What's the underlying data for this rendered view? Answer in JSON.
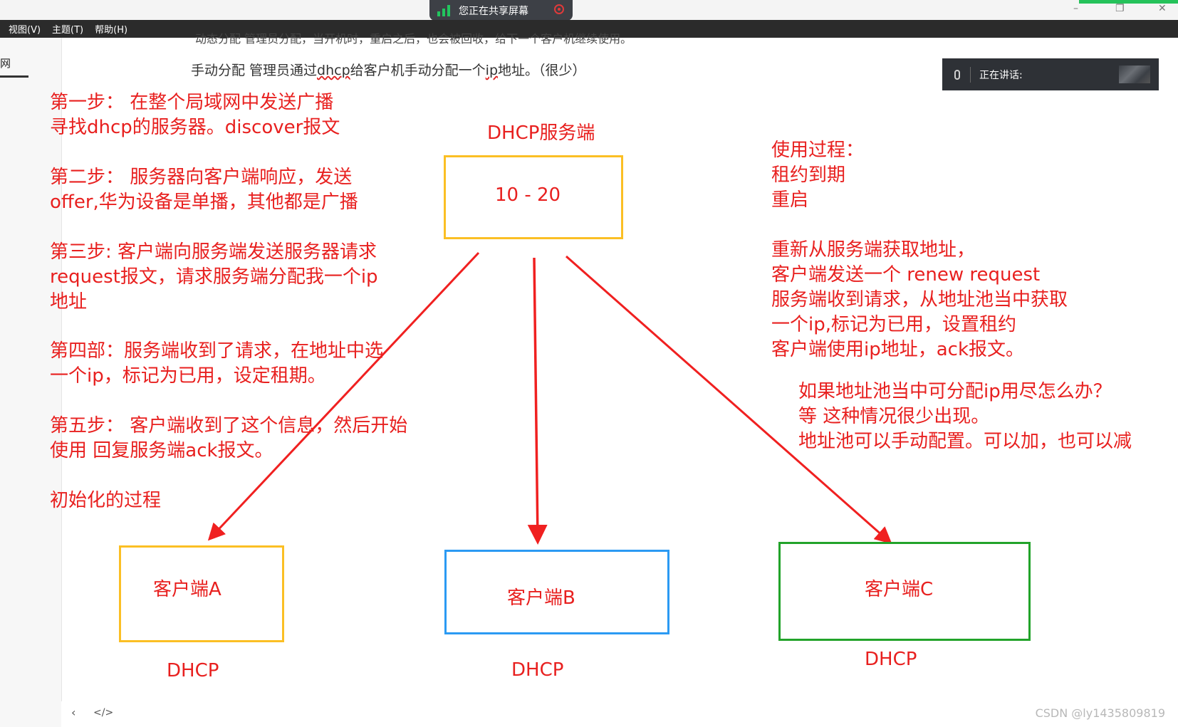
{
  "share_pill": {
    "label": "您正在共享屏幕",
    "accent": "#22c55e",
    "stop_color": "#e03a3a"
  },
  "window_controls": {
    "minimize": "–",
    "restore": "❐",
    "close": "✕"
  },
  "menubar": {
    "items": [
      "视图(V)",
      "主题(T)",
      "帮助(H)"
    ]
  },
  "left_pane": {
    "tab_fragment": "网"
  },
  "doc": {
    "clipped_line": "动态分配  管理员分配，当开机时，重启之后，也会被回收，给下一个客户机继续使用。",
    "line2_a": "手动分配  管理员通过",
    "line2_u": "dhcp",
    "line2_b": "给客户机手动分配一个",
    "line2_u2": "ip",
    "line2_c": "地址。（很少）"
  },
  "speaking": {
    "label": "正在讲话:"
  },
  "steps": [
    [
      "第一步：  在整个局域网中发送广播",
      "寻找dhcp的服务器。discover报文"
    ],
    [
      "第二步：  服务器向客户端响应，发送",
      "offer,华为设备是单播，其他都是广播"
    ],
    [
      "第三步: 客户端向服务端发送服务器请求",
      "request报文，请求服务端分配我一个ip",
      "地址"
    ],
    [
      "第四部：服务端收到了请求，在地址中选",
      "一个ip，标记为已用，设定租期。"
    ],
    [
      "第五步：  客户端收到了这个信息，然后开始",
      "使用 回复服务端ack报文。"
    ],
    [
      "初始化的过程"
    ]
  ],
  "server": {
    "title": "DHCP服务端",
    "range": "10 - 20",
    "border": "#fbbf24",
    "text_color": "#e8201f"
  },
  "usage": {
    "lines1": [
      "使用过程：",
      "租约到期",
      "重启"
    ],
    "lines2": [
      "重新从服务端获取地址，",
      "客户端发送一个 renew request",
      "服务端收到请求，从地址池当中获取",
      "一个ip,标记为已用，设置租约",
      "客户端使用ip地址，ack报文。"
    ],
    "lines3": [
      "如果地址池当中可分配ip用尽怎么办？",
      "等 这种情况很少出现。",
      "地址池可以手动配置。可以加，也可以减"
    ]
  },
  "clients": [
    {
      "name": "客户端A",
      "protocol": "DHCP",
      "border": "#fbbf24"
    },
    {
      "name": "客户端B",
      "protocol": "DHCP",
      "border": "#2b9af3"
    },
    {
      "name": "客户端C",
      "protocol": "DHCP",
      "border": "#22a32a"
    }
  ],
  "arrow_color": "#f02020",
  "bottombar": {
    "prev_icon": "‹",
    "code_icon": "</>"
  },
  "watermark": "CSDN @ly1435809819"
}
